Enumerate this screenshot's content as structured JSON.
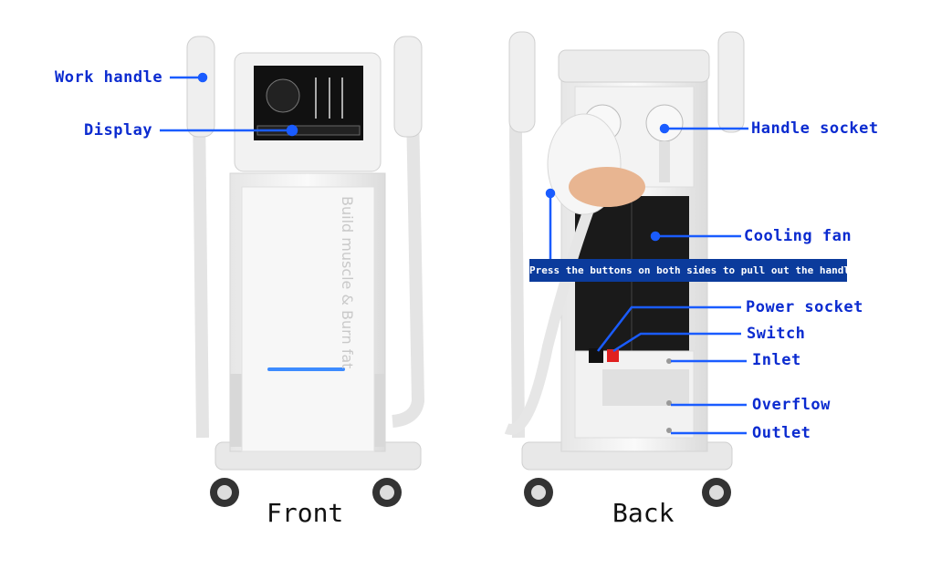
{
  "labels": {
    "work_handle": "Work handle",
    "display": "Display",
    "handle_socket": "Handle socket",
    "cooling_fan": "Cooling fan",
    "power_socket": "Power socket",
    "switch": "Switch",
    "inlet": "Inlet",
    "overflow": "Overflow",
    "outlet": "Outlet"
  },
  "banner": "Press the buttons on both sides to pull out the handle",
  "side_text": "Build muscle & Burn fat",
  "captions": {
    "front": "Front",
    "back": "Back"
  },
  "colors": {
    "label_text": "#0b2bd0",
    "callout_line": "#1a5cff",
    "banner_bg": "#0b3b9c"
  }
}
